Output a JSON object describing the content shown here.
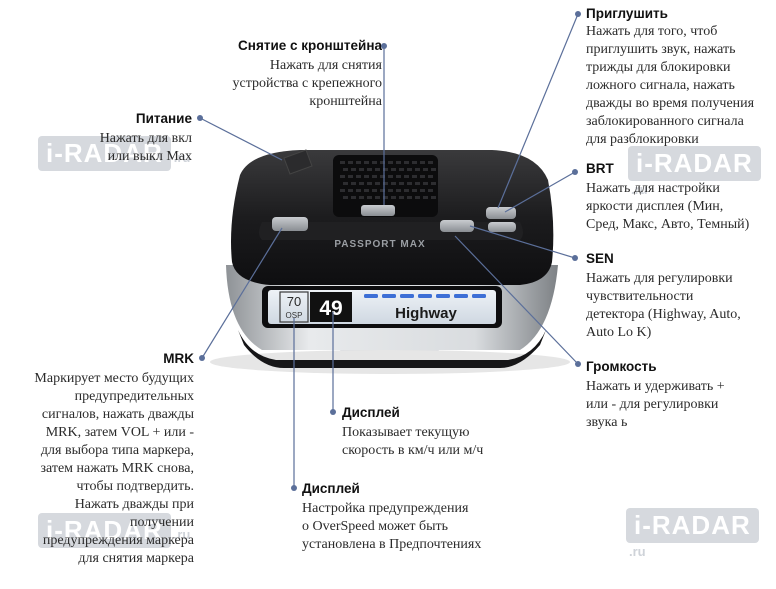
{
  "labels": {
    "bracket": {
      "title": "Снятие с кронштейна",
      "desc": "Нажать для снятия\nустройства с крепежного\nкронштейна"
    },
    "power": {
      "title": "Питание",
      "desc": "Нажать для вкл\nили выкл Max"
    },
    "mute": {
      "title": "Приглушить",
      "desc": "Нажать для того, чтоб\nприглушить звук, нажать\nтрижды для блокировки\nложного сигнала, нажать\nдважды во время получения\nзаблокированного сигнала\nдля разблокировки"
    },
    "brt": {
      "title": "BRT",
      "desc": "Нажать для настройки\nяркости дисплея (Мин,\nСред, Макс, Авто, Темный)"
    },
    "sen": {
      "title": "SEN",
      "desc": "Нажать для регулировки\nчувствительности\nдетектора (Highway, Auto,\nAuto Lo K)"
    },
    "volume": {
      "title": "Громкость",
      "desc": "Нажать и удерживать +\nили - для регулировки\nзвука ь"
    },
    "mrk": {
      "title": "MRK",
      "desc": "Маркирует место будущих\nпредупредительных\nсигналов, нажать дважды\nMRK, затем VOL + или -\nдля выбора типа маркера,\nзатем нажать MRK снова,\nчтобы подтвердить.\nНажать дважды при\nполучении\nпредупреждения маркера\nдля снятия маркера"
    },
    "display_speed": {
      "title": "Дисплей",
      "desc": "Показывает текущую\nскорость в км/ч или м/ч"
    },
    "display_osp": {
      "title": "Дисплей",
      "desc": "Настройка предупреждения\nо OverSpeed может быть\nустановлена в Предпочтениях"
    }
  },
  "device": {
    "brand": "PASSPORT MAX",
    "osp_value": "70",
    "osp_label": "OSP",
    "speed": "49",
    "mode": "Highway",
    "signal_bar_level": 1.0
  },
  "watermark": {
    "text": "i-RADAR",
    "suffix": ".ru"
  },
  "colors": {
    "leader": "#5b6f9a",
    "display_bg": "#dfe6ee",
    "bar": "#3d6fd6"
  }
}
